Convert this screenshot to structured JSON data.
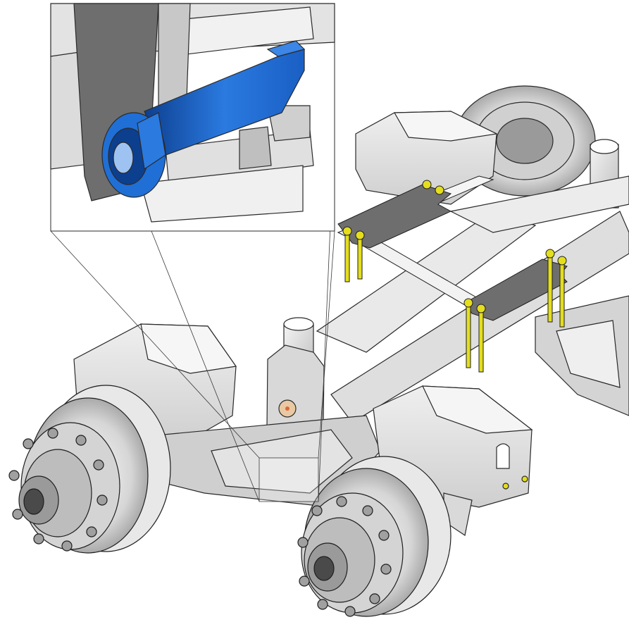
{
  "figure": {
    "kind": "cad-technical-illustration",
    "detail_view": "zoomed-cross-section",
    "labels": []
  },
  "colors": {
    "background": "#ffffff",
    "steel_light": "#e6e6e6",
    "steel_mid": "#c4c4c4",
    "steel_dark": "#7a7a7a",
    "plate_dark": "#6e6e6e",
    "outline": "#2a2a2a",
    "bushing_blue": "#1f6fd6",
    "bushing_blue_dark": "#0d3f8f",
    "bolt_yellow": "#e4de1e",
    "center_pin": "#e0663a"
  },
  "icons": [
    "wheel-hub",
    "bolt",
    "bushing"
  ]
}
